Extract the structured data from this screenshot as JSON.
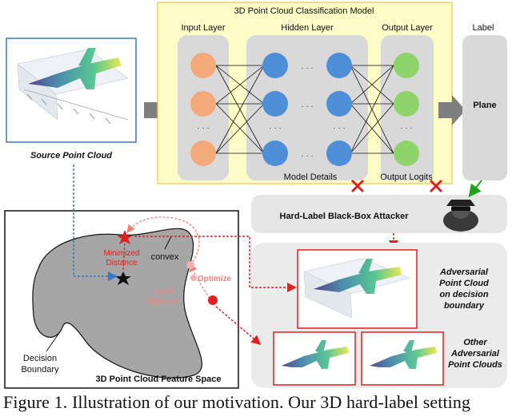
{
  "model": {
    "title": "3D Point Cloud Classification Model",
    "input_layer": "Input Layer",
    "hidden_layer": "Hidden Layer",
    "output_layer": "Output Layer",
    "dots": "· · ·",
    "model_details": "Model Details",
    "output_logits": "Output Logits"
  },
  "label": {
    "header": "Label",
    "value": "Plane"
  },
  "source": {
    "caption": "Source  Point Cloud"
  },
  "attacker": {
    "title": "Hard-Label  Black-Box Attacker"
  },
  "feature_space": {
    "title": "3D Point Cloud Feature Space",
    "minimized_distance_1": "Minimized",
    "minimized_distance_2": "Distance",
    "convex": "convex",
    "local_optimum_1": "Local",
    "local_optimum_2": "Optimum",
    "optimize": "Optimize",
    "decision_boundary_1": "Decision",
    "decision_boundary_2": "Boundary"
  },
  "adversarial": {
    "on_boundary_1": "Adversarial",
    "on_boundary_2": "Point Cloud",
    "on_boundary_3": "on decision",
    "on_boundary_4": "boundary",
    "other_1": "Other",
    "other_2": "Adversarial",
    "other_3": "Point Clouds"
  },
  "caption": "Figure 1. Illustration of our motivation. Our 3D hard-label setting",
  "colors": {
    "model_bg": "#fdfbc6",
    "model_border": "#e8c84a",
    "layer_bg": "#d9d9d9",
    "input_node": "#f4a97a",
    "hidden_node": "#4f8fd9",
    "output_node": "#8fd36b",
    "attack_red": "#e02020",
    "arrow_gray": "#7f7f7f",
    "feature_fill": "#a6a6a6",
    "blue_dash": "#3a78c2"
  }
}
